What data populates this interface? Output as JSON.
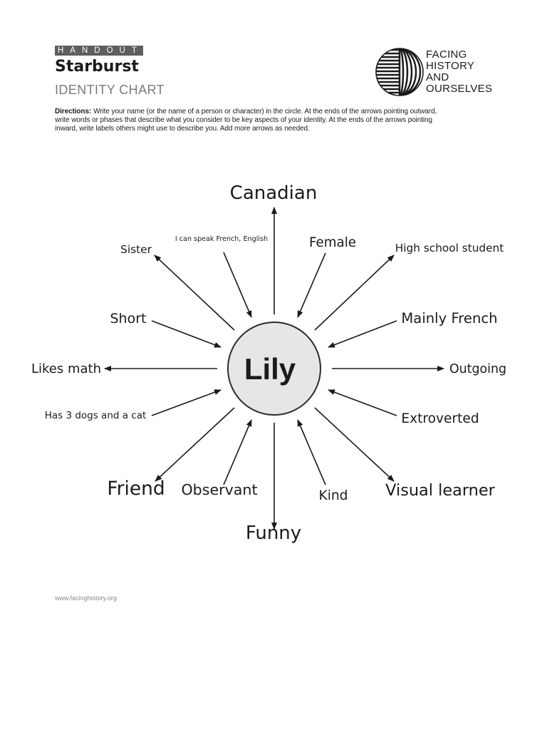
{
  "header": {
    "kicker": "HANDOUT",
    "title": "Starburst",
    "subtitle": "IDENTITY CHART"
  },
  "logo": {
    "icon": "striped-globe-icon",
    "lines": [
      "FACING",
      "HISTORY",
      "AND",
      "OURSELVES"
    ]
  },
  "directions": {
    "label": "Directions:",
    "lines": [
      "Write your name (or the name of a person or character) in the circle. At the ends of the arrows pointing outward,",
      "write words or phases that describe what you consider to be key aspects of your identity. At the ends of the arrows pointing",
      "inward, write labels others might use to describe you. Add more arrows as needed."
    ]
  },
  "starburst": {
    "center_name": "Lily",
    "labels": [
      {
        "text": "Canadian",
        "arrow": "outward"
      },
      {
        "text": "I can speak French, English",
        "arrow": "inward"
      },
      {
        "text": "Female",
        "arrow": "inward"
      },
      {
        "text": "Sister",
        "arrow": "outward"
      },
      {
        "text": "High school student",
        "arrow": "outward"
      },
      {
        "text": "Short",
        "arrow": "inward"
      },
      {
        "text": "Mainly French",
        "arrow": "inward"
      },
      {
        "text": "Likes math",
        "arrow": "outward"
      },
      {
        "text": "Outgoing",
        "arrow": "outward"
      },
      {
        "text": "Has 3 dogs and a cat",
        "arrow": "inward"
      },
      {
        "text": "Extroverted",
        "arrow": "inward"
      },
      {
        "text": "Friend",
        "arrow": "outward"
      },
      {
        "text": "Observant",
        "arrow": "inward"
      },
      {
        "text": "Kind",
        "arrow": "inward"
      },
      {
        "text": "Visual learner",
        "arrow": "outward"
      },
      {
        "text": "Funny",
        "arrow": "outward"
      }
    ]
  },
  "footer": {
    "url": "www.facinghistory.org"
  },
  "colors": {
    "ink": "#1b1b1b",
    "muted": "#7b7b7b",
    "kicker_bg": "#5e5e5e",
    "circle_fill": "#e6e6e6",
    "footer": "#8a8a8a"
  }
}
